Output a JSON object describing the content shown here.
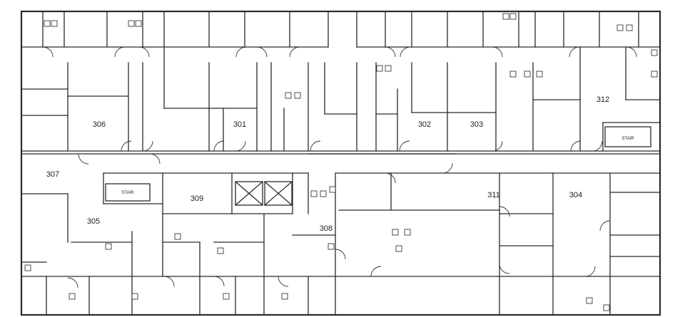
{
  "rooms": [
    {
      "label": "306"
    },
    {
      "label": "301"
    },
    {
      "label": "302"
    },
    {
      "label": "303"
    },
    {
      "label": "312"
    },
    {
      "label": "307"
    },
    {
      "label": "305"
    },
    {
      "label": "309"
    },
    {
      "label": "308"
    },
    {
      "label": "311"
    },
    {
      "label": "304"
    }
  ],
  "stairs": [
    {
      "label": "STAIR"
    },
    {
      "label": "STAIR"
    }
  ]
}
